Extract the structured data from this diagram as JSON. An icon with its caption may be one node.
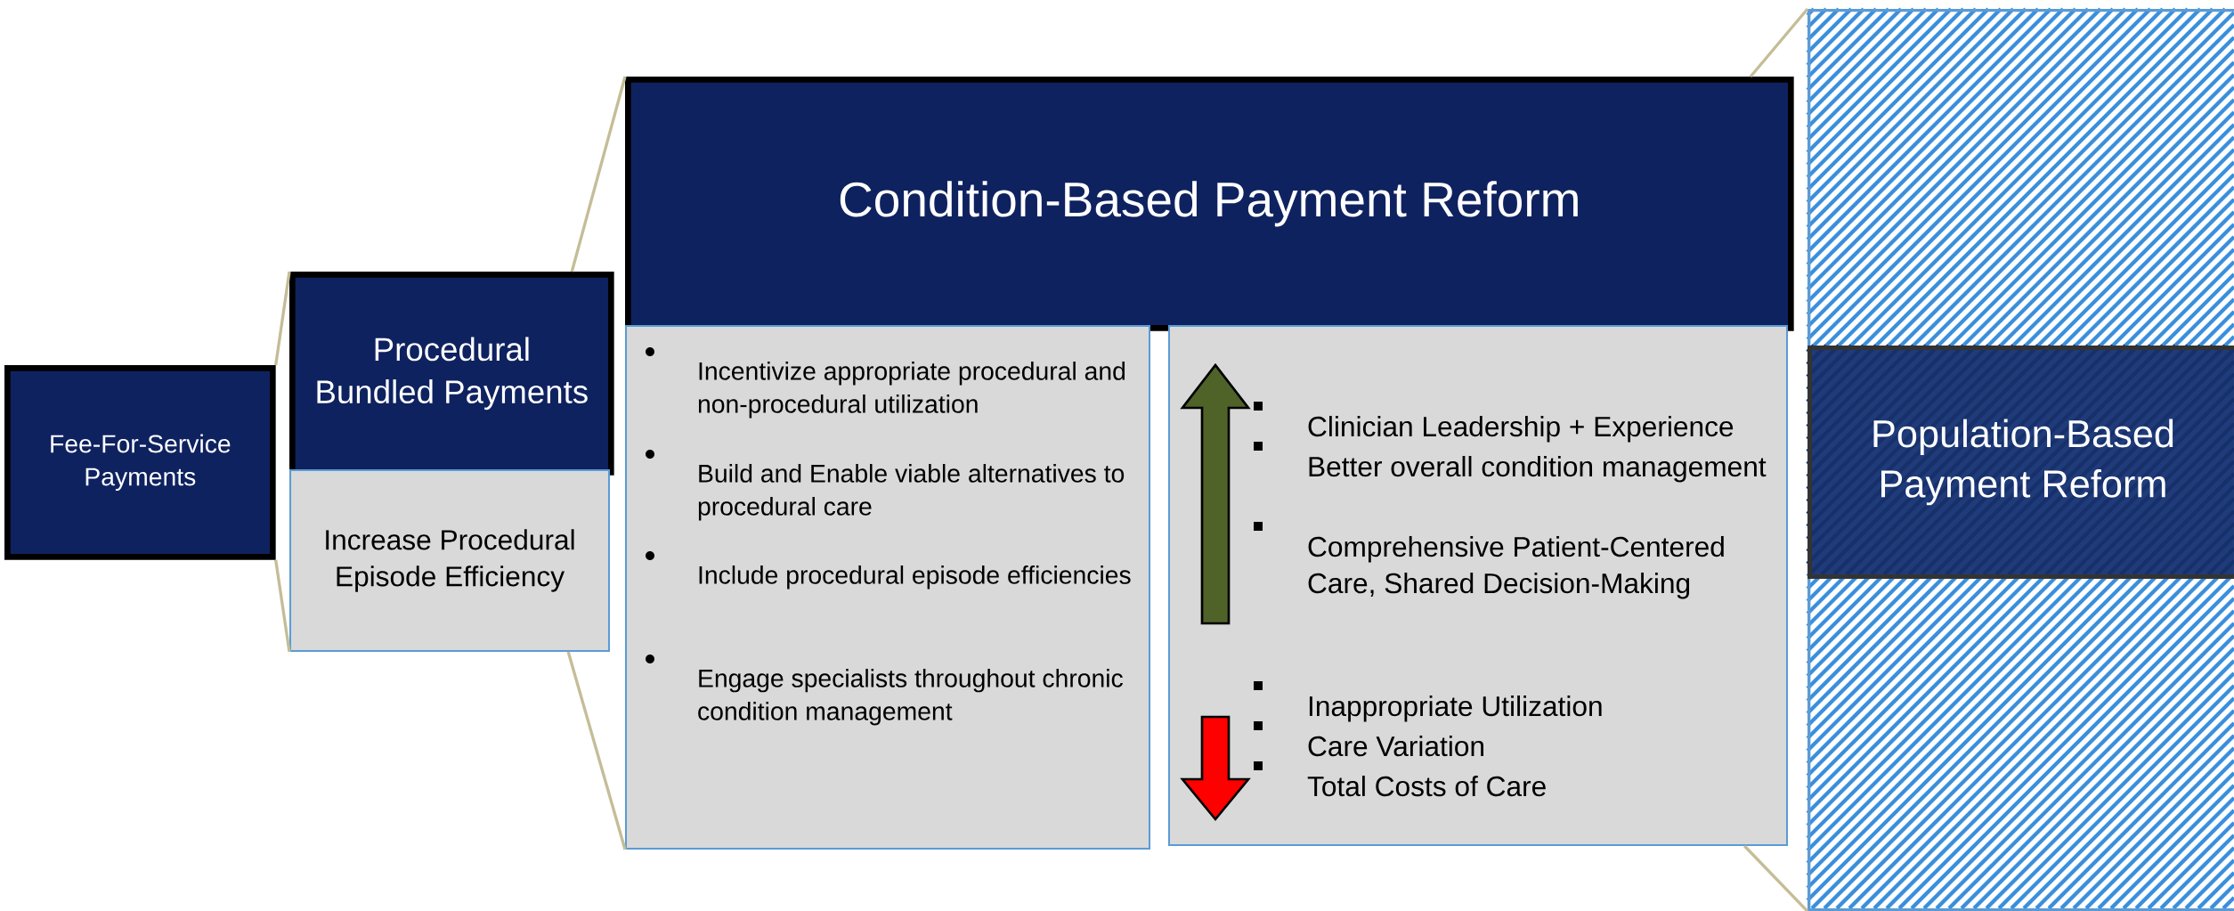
{
  "diagram": {
    "nodes": [
      {
        "text": [
          "Fee-For-Service Payments"
        ]
      },
      {
        "text": [
          "Procedural Bundled Payments"
        ]
      },
      {
        "text": [
          "Increase Procedural Episode Efficiency"
        ]
      },
      {
        "text": [
          "Condition-Based Payment Reform"
        ]
      },
      {
        "text": [
          "Incentivize appropriate procedural and non-procedural utilization",
          "Build and Enable viable alternatives to procedural care",
          "Include procedural episode efficiencies",
          "Engage specialists throughout chronic condition management"
        ]
      },
      {
        "text": [
          "Clinician Leadership + Experience",
          "Better overall condition management",
          "Comprehensive Patient-Centered Care, Shared Decision-Making",
          "Inappropriate Utilization",
          "Care Variation",
          "Total Costs of Care"
        ]
      },
      {
        "text": [],
        "shape": "box"
      },
      {
        "text": [
          "Population-Based Payment Reform"
        ],
        "in": 6
      }
    ],
    "edges": [
      {
        "from": 0,
        "to": 1,
        "arrow": "none"
      },
      {
        "from": 0,
        "to": 2,
        "arrow": "none"
      },
      {
        "from": 1,
        "to": 3,
        "arrow": "none"
      },
      {
        "from": 2,
        "to": 4,
        "arrow": "none"
      },
      {
        "from": 3,
        "to": 6,
        "arrow": "none"
      },
      {
        "from": 5,
        "to": 6,
        "arrow": "none"
      }
    ]
  }
}
